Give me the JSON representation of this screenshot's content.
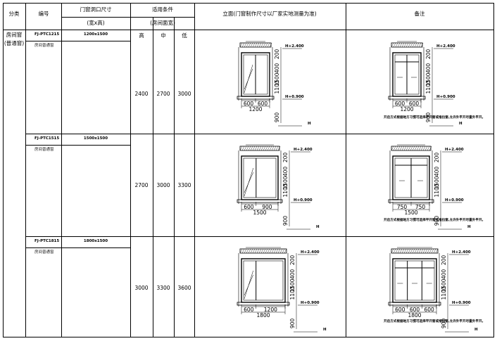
{
  "header": {
    "category": "分类",
    "code": "编号",
    "opening_size": "门窗洞口尺寸",
    "opening_size_sub": "(宽x高)",
    "conditions": "适用条件",
    "conditions_sub": "(房间面宽)",
    "high": "高",
    "mid": "中",
    "low": "低",
    "elevation": "立面(门窗制作尺寸以厂家实地测量为准)",
    "remarks": "备注"
  },
  "category": {
    "line1": "房间窗",
    "line2": "(普通窗)"
  },
  "rows": [
    {
      "code": "FJ-PTC1215",
      "usage": "房间普通窗",
      "size": "1200x1500",
      "high": "2400",
      "mid": "2700",
      "low": "3000",
      "left_dims": [
        "600",
        "600"
      ],
      "left_total": "1200",
      "right_dims": [
        "600",
        "600"
      ],
      "right_total": "1200",
      "note": "开启方式根据地方习惯可选择平开窗或推拉窗,允许外平开尽量外平开。"
    },
    {
      "code": "FJ-PTC1515",
      "usage": "房间普通窗",
      "size": "1500x1500",
      "high": "2700",
      "mid": "3000",
      "low": "3300",
      "left_dims": [
        "600",
        "900"
      ],
      "left_total": "1500",
      "right_dims": [
        "750",
        "750"
      ],
      "right_total": "1500",
      "note": "开启方式根据地方习惯可选择平开窗或推拉窗,允许外平开尽量外平开。"
    },
    {
      "code": "FJ-PTC1815",
      "usage": "房间普通窗",
      "size": "1800x1500",
      "high": "3000",
      "mid": "3300",
      "low": "3600",
      "left_dims": [
        "600",
        "1200"
      ],
      "left_total": "1800",
      "right_dims": [
        "600",
        "600",
        "600"
      ],
      "right_total": "1800",
      "note": "开启方式根据地方习惯可选择平开窗或推拉窗,允许外平开尽量外平开。"
    }
  ],
  "drawing_labels": {
    "v200": "200",
    "v400": "400",
    "v1100": "1100",
    "v1500": "1500",
    "v900": "900",
    "h2400": "H+2.400",
    "h900": "H+0.900",
    "h": "H"
  }
}
